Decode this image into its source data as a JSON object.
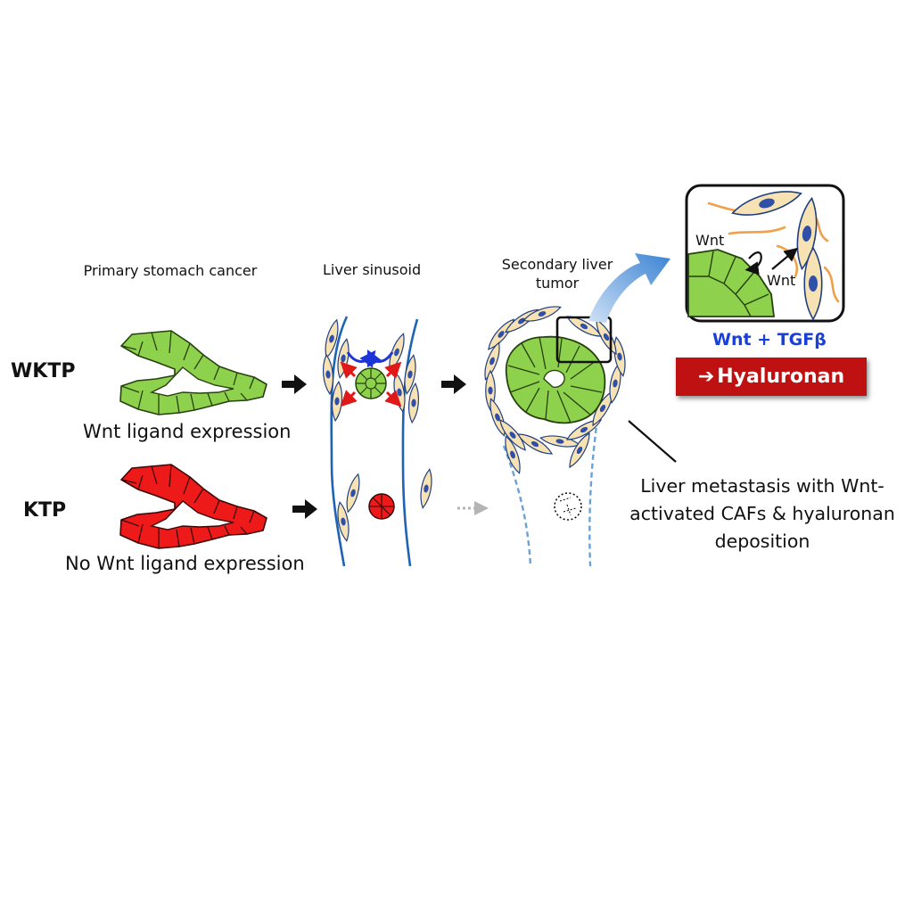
{
  "column_titles": {
    "primary": "Primary stomach cancer",
    "sinusoid": "Liver sinusoid",
    "secondary": "Secondary liver\ntumor"
  },
  "rows": [
    {
      "label": "WKTP",
      "caption": "Wnt ligand expression",
      "color": "#8ed14d"
    },
    {
      "label": "KTP",
      "caption": "No Wnt ligand expression",
      "color": "#ee1a1a"
    }
  ],
  "inset": {
    "wnt_autocrine": "Wnt",
    "wnt_paracrine": "Wnt",
    "signals": "Wnt + TGFβ",
    "outcome": "Hyaluronan",
    "outcome_arrow": "➔"
  },
  "metastasis_caption": "Liver metastasis with Wnt-\nactivated CAFs & hyaluronan\ndeposition",
  "colors": {
    "vessel": "#1f63b5",
    "caf_fill": "#f7e2b4",
    "caf_nucleus": "#2f4fa8",
    "tumor_green": "#8ed14d",
    "tumor_red": "#ee1a1a",
    "hyaluronan_box": "#bf1111",
    "signal_text": "#1a3fd6",
    "collagen": "#f0a04a"
  }
}
